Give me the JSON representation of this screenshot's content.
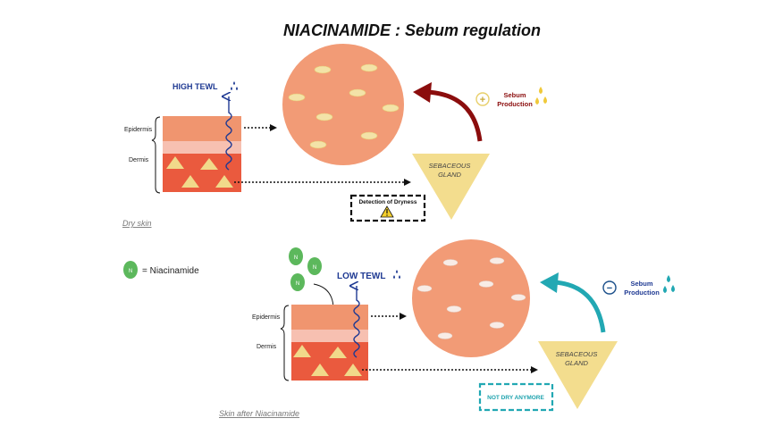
{
  "title": "NIACINAMIDE : Sebum regulation",
  "top": {
    "tewl_label": "HIGH TEWL",
    "epidermis_label": "Epidermis",
    "dermis_label": "Dermis",
    "sebum_line1": "Sebum",
    "sebum_line2": "Production",
    "gland_line1": "SEBACEOUS",
    "gland_line2": "GLAND",
    "box_label": "Detection of Dryness",
    "caption": "Dry skin",
    "sebum_sign": "+"
  },
  "legend": {
    "symbol": "N",
    "label": "= Niacinamide"
  },
  "bottom": {
    "tewl_label": "LOW TEWL",
    "epidermis_label": "Epidermis",
    "dermis_label": "Dermis",
    "sebum_line1": "Sebum",
    "sebum_line2": "Production",
    "gland_line1": "SEBACEOUS",
    "gland_line2": "GLAND",
    "box_label": "NOT DRY ANYMORE",
    "caption": "Skin after Niacinamide",
    "sebum_sign": "−",
    "molecule_symbol": "N"
  },
  "colors": {
    "epidermis": "#f0956f",
    "pink_band": "#f7c0b1",
    "dermis": "#ea5a3e",
    "triangle": "#f1d98a",
    "pore": "#f29b76",
    "oil": "#f3e3a8",
    "gland": "#f3dd8e",
    "arrow_red": "#8b0d0d",
    "arrow_teal": "#22a8b3",
    "tewl_blue": "#1f3a93",
    "niacinamide": "#5cb85c"
  }
}
